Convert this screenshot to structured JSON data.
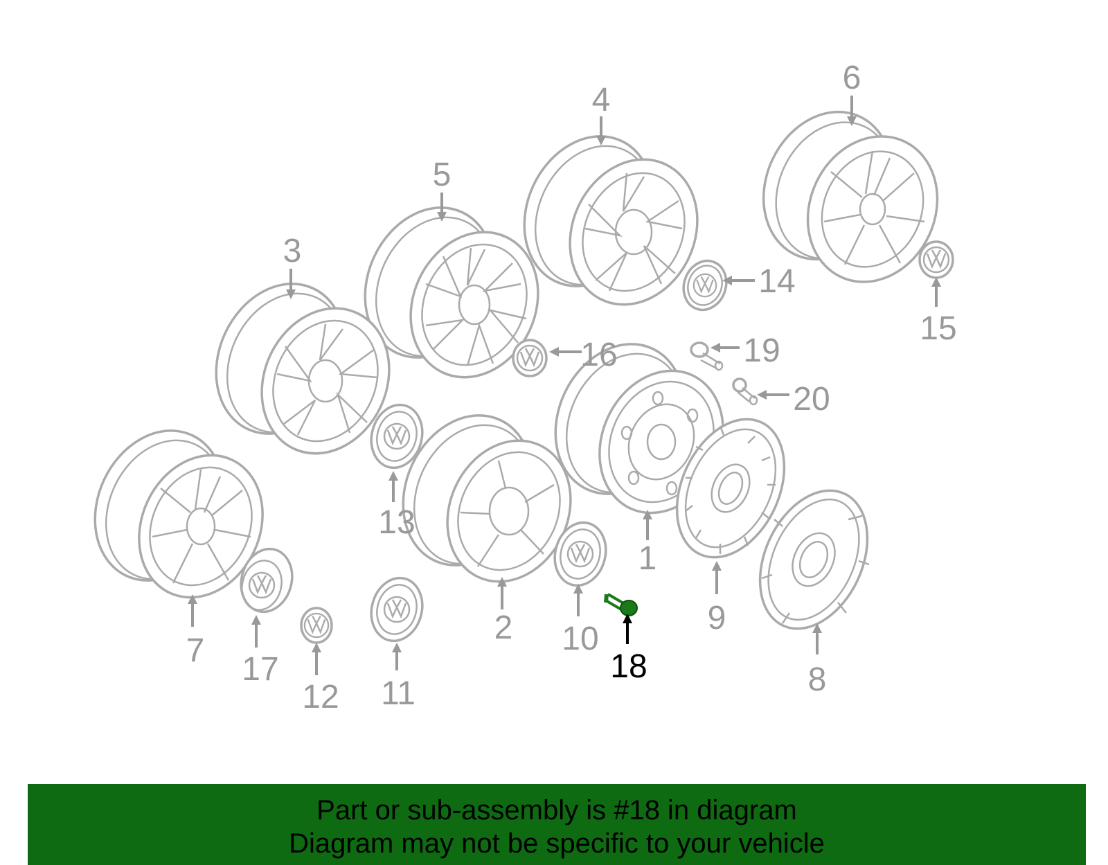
{
  "labels": {
    "p1": "1",
    "p2": "2",
    "p3": "3",
    "p4": "4",
    "p5": "5",
    "p6": "6",
    "p7": "7",
    "p8": "8",
    "p9": "9",
    "p10": "10",
    "p11": "11",
    "p12": "12",
    "p13": "13",
    "p14": "14",
    "p15": "15",
    "p16": "16",
    "p17": "17",
    "p18": "18",
    "p19": "19",
    "p20": "20"
  },
  "highlighted_part": "18",
  "banner": {
    "line1": "Part or sub-assembly is #18 in diagram",
    "line2": "Diagram may not be specific to your vehicle",
    "background": "#0e6b12"
  },
  "colors": {
    "drawing": "#aaaaaa",
    "label": "#999999",
    "highlight": "#000000",
    "bolt": "#1a7a1a"
  }
}
